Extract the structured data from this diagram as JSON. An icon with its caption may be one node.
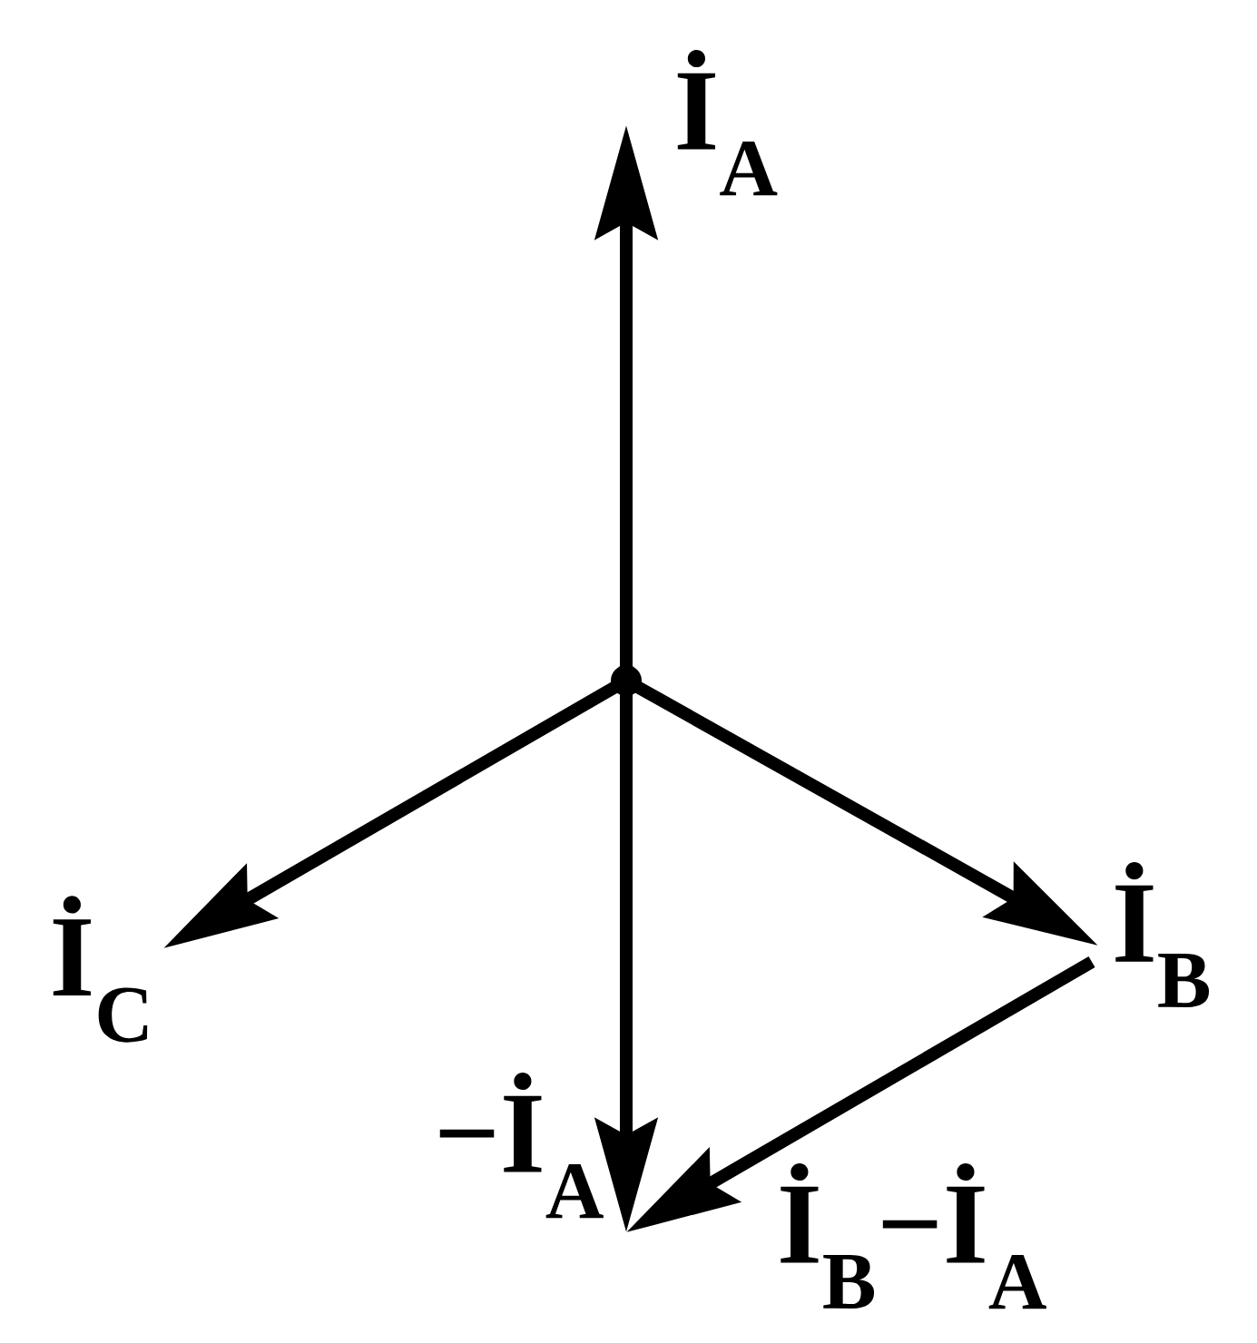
{
  "diagram": {
    "nodes": [
      {
        "text": [],
        "shape": "circle"
      },
      {
        "text": [
          "İ$_{A}$"
        ]
      },
      {
        "text": [
          "İ$_{B}$"
        ]
      },
      {
        "text": [
          "İ$_{C}$"
        ]
      },
      {
        "text": [
          "−İ$_{A}$"
        ]
      }
    ],
    "edges": [
      {
        "from": 0,
        "to": 1,
        "arrow": "to"
      },
      {
        "from": 0,
        "to": 2,
        "arrow": "to"
      },
      {
        "from": 0,
        "to": 3,
        "arrow": "to"
      },
      {
        "from": 0,
        "to": 4,
        "arrow": "to"
      },
      {
        "from": 2,
        "to": 4,
        "arrow": "to",
        "label": "İ$_{B}$−İ$_{A}$"
      }
    ]
  }
}
